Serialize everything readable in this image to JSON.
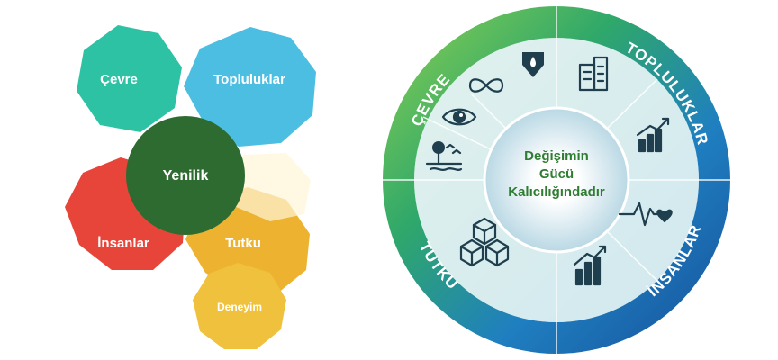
{
  "left_diagram": {
    "nodes": {
      "cevre": "Çevre",
      "topluluklar": "Topluluklar",
      "yenilik": "Yenilik",
      "insanlar": "İnsanlar",
      "tutku": "Tutku",
      "deneyim": "Deneyim"
    },
    "colors": {
      "cevre": "#23bfa0",
      "topluluklar": "#3db8e0",
      "yenilik": "#2e6b30",
      "insanlar": "#e8453a",
      "tutku": "#ecae25",
      "deneyim": "#efc13d"
    }
  },
  "wheel": {
    "center_lines": [
      "Değişimin",
      "Gücü",
      "Kalıcılığındadır"
    ],
    "ring_labels": {
      "cevre": "ÇEVRE",
      "topluluklar": "TOPLULUKLAR",
      "insanlar": "İNSANLAR",
      "tutku": "TUTKU"
    },
    "icons": [
      "infinity-icon",
      "water-drop-icon",
      "buildings-icon",
      "growth-chart-icon",
      "heartbeat-icon",
      "bar-growth-icon",
      "blocks-icon",
      "nature-icon",
      "eye-globe-icon"
    ],
    "colors": {
      "ring_green": "#3aa655",
      "ring_blue": "#1b5fa8",
      "icon": "#1f3f4f",
      "center_text": "#2f7d32"
    }
  }
}
